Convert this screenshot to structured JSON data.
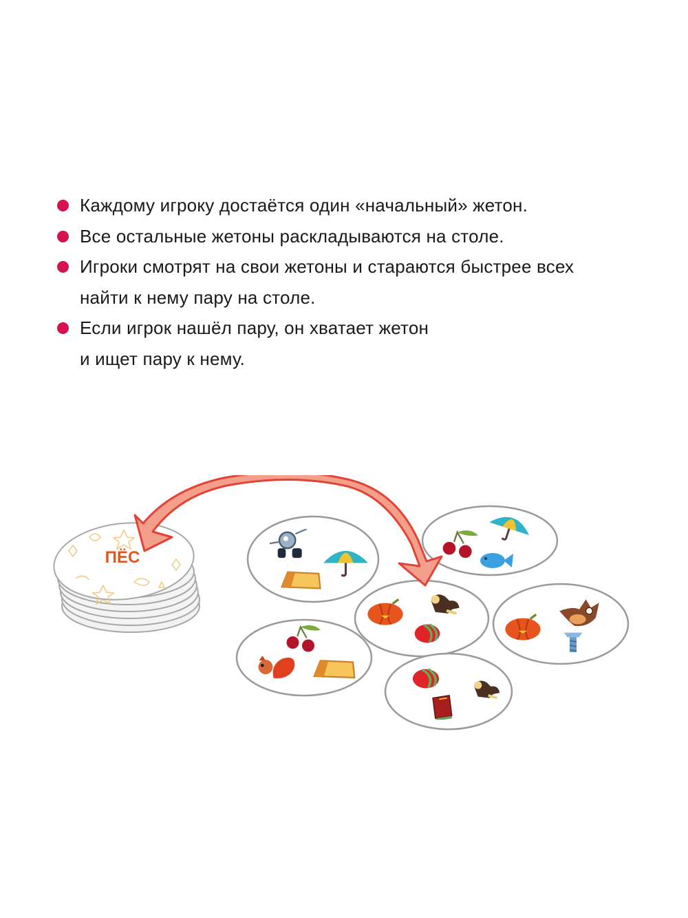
{
  "rules": {
    "accent_color": "#d6124f",
    "items": [
      {
        "text": "Каждому игроку достаётся один «начальный» жетон."
      },
      {
        "text": "Все остальные жетоны раскладываются на столе."
      },
      {
        "text": "Игроки смотрят на свои жетоны и стараются быстрее всех\nнайти к нему пару на столе."
      },
      {
        "text": "Если игрок нашёл пару, он хватает жетон\nи ищет пару к нему."
      }
    ]
  },
  "illustration": {
    "stack_label": "ПЁС",
    "arrow_color": "#f08070",
    "tokens": [
      {
        "id": "token-1",
        "symbols": [
          "robot",
          "umbrella",
          "cheese"
        ]
      },
      {
        "id": "token-2",
        "symbols": [
          "cherries",
          "umbrella",
          "fish"
        ]
      },
      {
        "id": "token-3",
        "symbols": [
          "pumpkin",
          "dog",
          "ball"
        ]
      },
      {
        "id": "token-4",
        "symbols": [
          "pumpkin",
          "owl",
          "screw"
        ]
      },
      {
        "id": "token-5",
        "symbols": [
          "cherries",
          "squirrel",
          "cheese"
        ]
      },
      {
        "id": "token-6",
        "symbols": [
          "ball",
          "dog",
          "book"
        ]
      }
    ]
  }
}
